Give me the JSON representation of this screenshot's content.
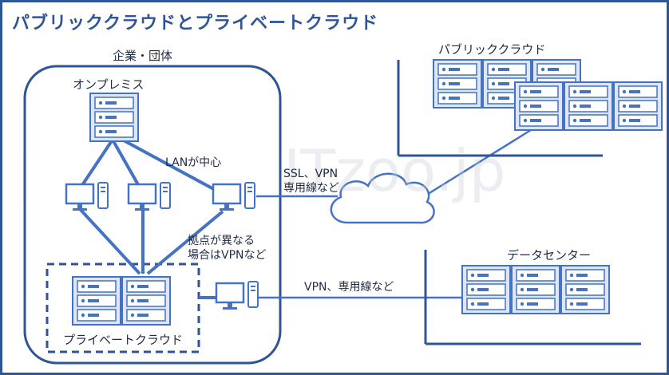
{
  "title": "パブリッククラウドとプライベートクラウド",
  "labels": {
    "enterprise": "企業・団体",
    "on_premises": "オンプレミス",
    "lan": "LANが中心",
    "ssl_vpn_line1": "SSL、VPN",
    "ssl_vpn_line2": "専用線など",
    "remote_line1": "拠点が異なる",
    "remote_line2": "場合はVPNなど",
    "vpn_dedicated": "VPN、専用線など",
    "private_cloud": "プライベートクラウド",
    "public_cloud": "パブリッククラウド",
    "data_center": "データセンター"
  },
  "watermark": "ITzoo.jp",
  "colors": {
    "primary": "#2f5597",
    "accent": "#4472c4",
    "server_fill": "#dde6f2",
    "cloud_fill": "#ffffff"
  },
  "icons": [
    "server-rack-icon",
    "desktop-pc-icon",
    "cloud-icon"
  ]
}
